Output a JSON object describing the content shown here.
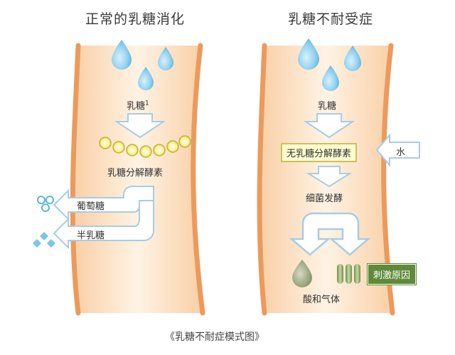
{
  "left_panel": {
    "title": "正常的乳糖消化",
    "lactose_label": "乳糖",
    "lactose_superscript": "1",
    "enzyme_label": "乳糖分解酵素",
    "glucose_label": "葡萄糖",
    "galactose_label": "半乳糖"
  },
  "right_panel": {
    "title": "乳糖不耐受症",
    "lactose_label": "乳糖",
    "no_enzyme_label": "无乳糖分解酵素",
    "water_label": "水",
    "fermentation_label": "细菌发酵",
    "acid_gas_label": "酸和气体",
    "irritant_label": "刺激原因"
  },
  "caption": "《乳糖不耐症模式图》",
  "colors": {
    "intestine_wall": "#f0a86e",
    "intestine_fill": "#fde3c6",
    "water_drop": "#7ec7ea",
    "arrow_fill": "#ffffff",
    "arrow_stroke": "#a8cce6",
    "enzyme_bead": "#f6ef8a",
    "no_enzyme_box": "#fffbd0",
    "irritant_box": "#5e8a3a",
    "acid_drop": "#8f9b6d",
    "gas_capsule": "#8aa86a"
  }
}
